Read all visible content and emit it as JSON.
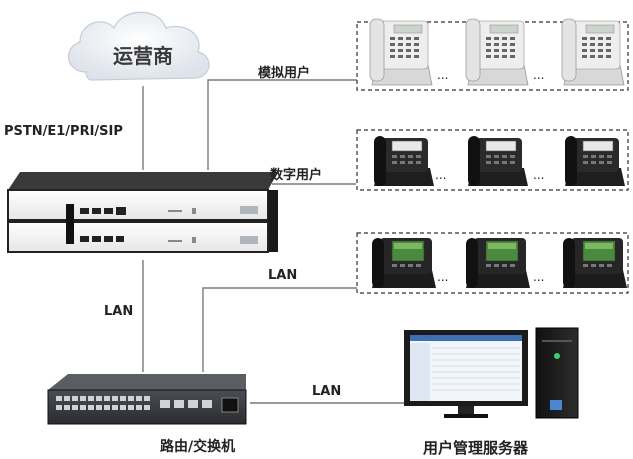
{
  "labels": {
    "carrier": "运营商",
    "trunk": "PSTN/E1/PRI/SIP",
    "analog_users": "模拟用户",
    "digital_users": "数字用户",
    "lan_ip_phones": "LAN",
    "lan_left": "LAN",
    "lan_bottom": "LAN",
    "switch_caption": "路由/交换机",
    "server_caption": "用户管理服务器",
    "ellipsis": "..."
  },
  "icons": {
    "cloud": "cloud-icon",
    "pbx": "ip-pbx-icon",
    "switch": "network-switch-icon",
    "server": "server-computer-icon",
    "analog_phone": "analog-phone-icon",
    "digital_phone": "digital-phone-icon",
    "ip_phone": "ip-phone-icon"
  },
  "colors": {
    "line": "#7a7a7a",
    "cloud_fill": "#eef1f4",
    "device_dark": "#1a1a1a",
    "device_light": "#f4f4f4",
    "screen": "#4b8a3e"
  }
}
